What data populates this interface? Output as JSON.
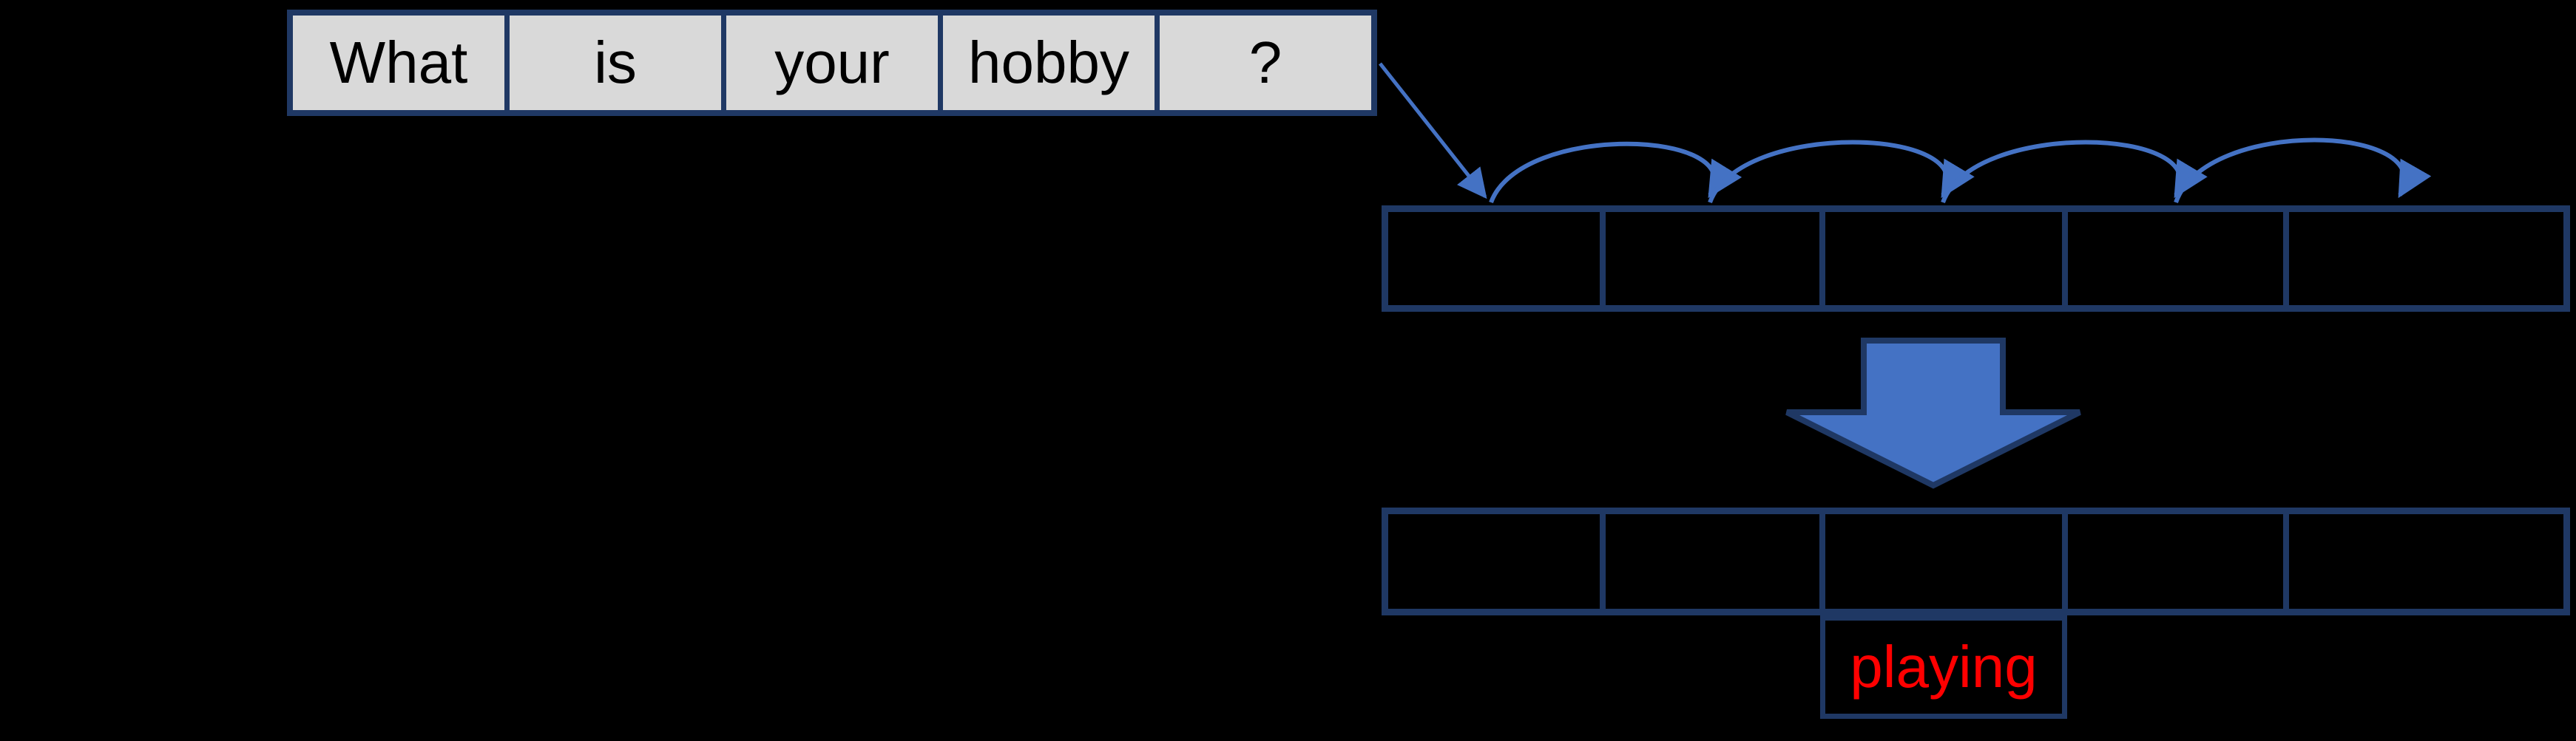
{
  "background": "#000000",
  "colors": {
    "box_border": "#1F3864",
    "token_fill": "#D9D9D9",
    "token_text": "#000000",
    "arrow_blue": "#4472C4",
    "prediction_text": "#FF0000"
  },
  "sentence": {
    "tokens": [
      "What",
      "is",
      "your",
      "hobby",
      "?"
    ]
  },
  "encoder_row": {
    "cells": [
      "",
      "",
      "",
      "",
      ""
    ]
  },
  "decoder_row": {
    "cells": [
      "",
      "",
      "",
      "",
      ""
    ]
  },
  "prediction": {
    "label": "playing"
  }
}
